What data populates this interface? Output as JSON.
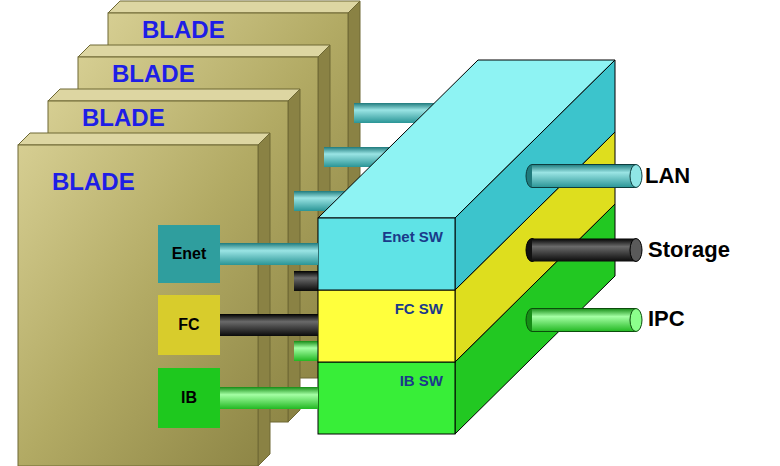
{
  "diagram": {
    "nodes": [
      {
        "text": [
          "BLADE"
        ]
      },
      {
        "text": [
          "BLADE"
        ]
      },
      {
        "text": [
          "BLADE"
        ]
      },
      {
        "text": [
          "BLADE"
        ]
      },
      {
        "text": [
          "Enet"
        ],
        "in": 3
      },
      {
        "text": [
          "FC"
        ],
        "in": 3
      },
      {
        "text": [
          "IB"
        ],
        "in": 3
      },
      {
        "text": [
          "Enet SW"
        ]
      },
      {
        "text": [
          "FC SW"
        ]
      },
      {
        "text": [
          "IB SW"
        ]
      }
    ],
    "edges": [
      {
        "from": 4,
        "to": 7,
        "arrow": "none"
      },
      {
        "from": 5,
        "to": 8,
        "arrow": "none"
      },
      {
        "from": 6,
        "to": 9,
        "arrow": "none"
      }
    ],
    "labels": [
      "LAN",
      "Storage",
      "IPC"
    ]
  }
}
